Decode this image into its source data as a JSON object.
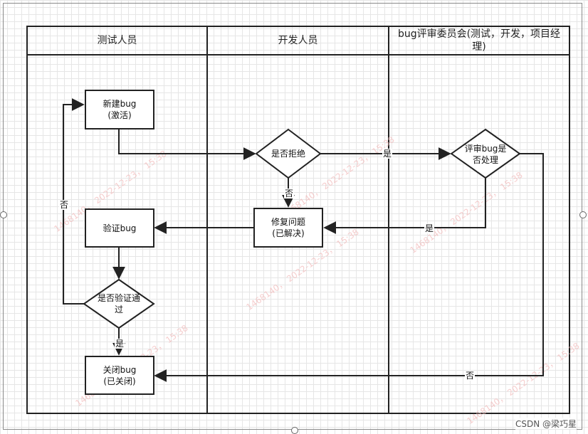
{
  "lanes": [
    {
      "title": "测试人员"
    },
    {
      "title": "开发人员"
    },
    {
      "title": "bug评审委员会(测试，开发，项目经理)"
    }
  ],
  "nodes": {
    "new_bug": "新建bug\n(激活)",
    "reject_check": "是否拒绝",
    "review_check": "评审bug是\n否处理",
    "fix_issue": "修复问题\n(已解决)",
    "verify_bug": "验证bug",
    "verify_pass": "是否验证通\n过",
    "close_bug": "关闭bug\n(已关闭)"
  },
  "edge_labels": {
    "yes_reject_to_review": "是",
    "no_reject_to_fix": "否",
    "yes_review_to_fix": "是",
    "no_verify_to_new": "否",
    "yes_verify_to_close": "是",
    "no_review_to_close": "否"
  },
  "watermark": "1468140， 2022-12-23， 15:38",
  "credit": "CSDN @梁巧星"
}
